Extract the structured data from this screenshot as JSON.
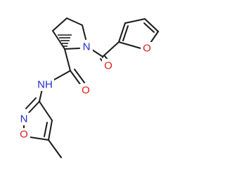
{
  "molecule": {
    "colors": {
      "bond": "#1a1a1a",
      "carbon_label": "#1a1a1a",
      "nitrogen": "#1f2bd1",
      "oxygen": "#e01818"
    },
    "atoms": {
      "n_pyrrolidine": {
        "symbol": "N",
        "color": "#1f2bd1"
      },
      "o_furan": {
        "symbol": "O",
        "color": "#e01818"
      },
      "o_carbonyl_top": {
        "symbol": "O",
        "color": "#e01818"
      },
      "o_amide": {
        "symbol": "O",
        "color": "#e01818"
      },
      "nh_amide": {
        "symbol": "NH",
        "color": "#1f2bd1"
      },
      "n_isoxazole": {
        "symbol": "N",
        "color": "#1f2bd1"
      },
      "o_isoxazole": {
        "symbol": "O",
        "color": "#e01818"
      }
    }
  }
}
